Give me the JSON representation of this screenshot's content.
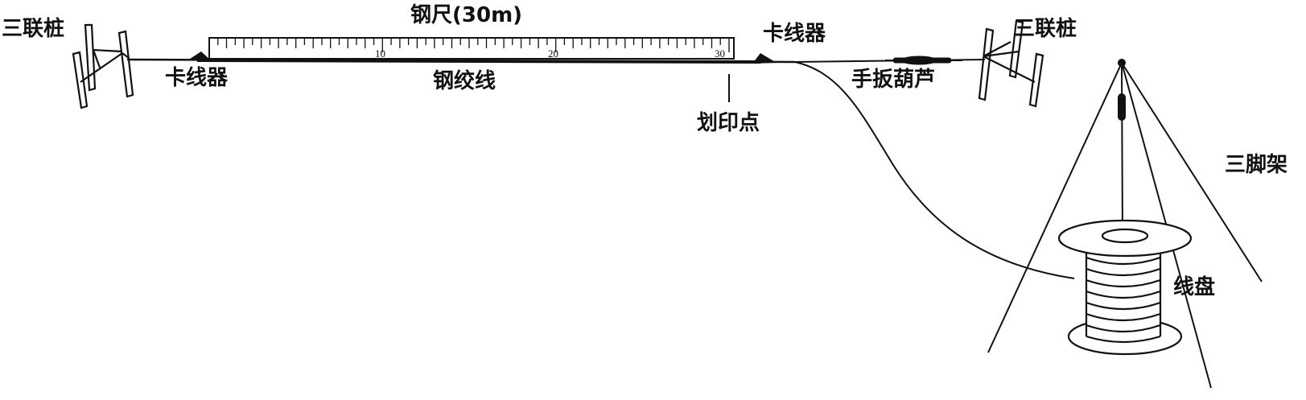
{
  "labels": {
    "anchor_left": "三联桩",
    "anchor_right": "三联桩",
    "ruler": "钢尺(30m)",
    "clamp_left": "卡线器",
    "clamp_right": "卡线器",
    "wire": "钢绞线",
    "mark_point": "划印点",
    "hand_hoist": "手扳葫芦",
    "tripod": "三脚架",
    "reel": "线盘"
  },
  "ruler": {
    "length_m": 30,
    "tick_labels": [
      "10",
      "20",
      "30"
    ]
  }
}
